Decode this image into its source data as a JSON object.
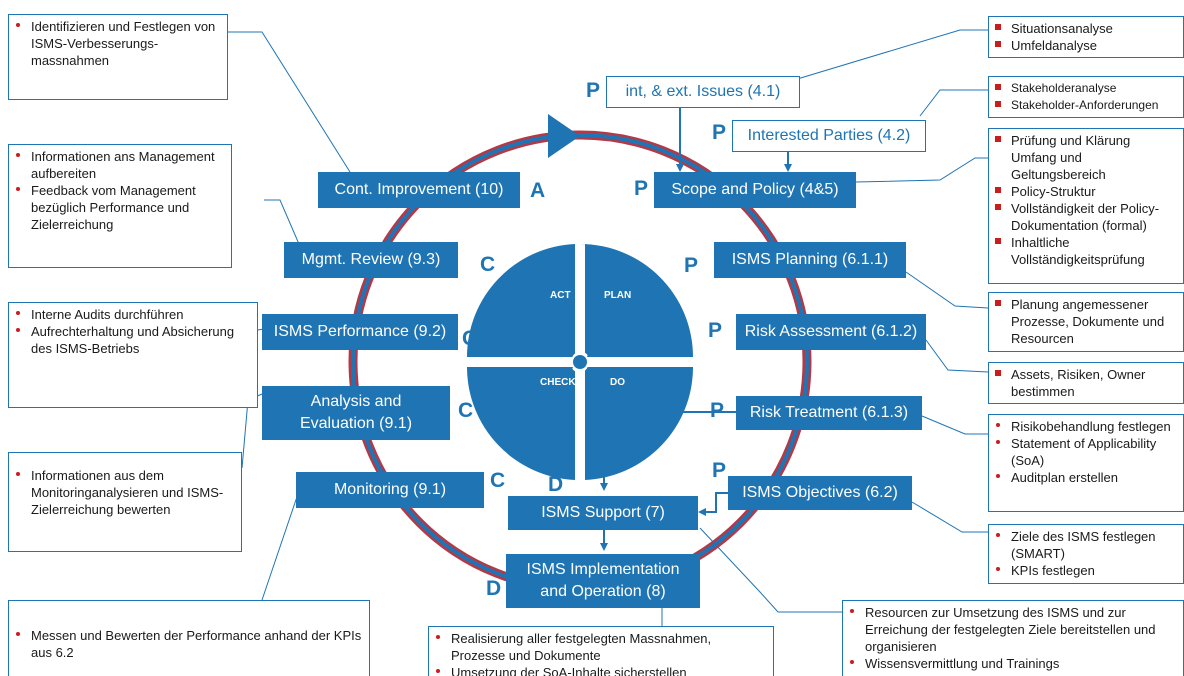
{
  "phase_letters": {
    "plan": "P",
    "do": "D",
    "check": "C",
    "act": "A"
  },
  "blocks": {
    "issues": "int, & ext. Issues (4.1)",
    "parties": "Interested Parties (4.2)",
    "scope": "Scope and Policy (4&5)",
    "planning": "ISMS Planning (6.1.1)",
    "risk_assessment": "Risk Assessment (6.1.2)",
    "risk_treatment": "Risk Treatment (6.1.3)",
    "objectives": "ISMS Objectives (6.2)",
    "support": "ISMS Support (7)",
    "implementation_line1": "ISMS Implementation",
    "implementation_line2": "and Operation (8)",
    "monitoring": "Monitoring (9.1)",
    "analysis_line1": "Analysis and",
    "analysis_line2": "Evaluation (9.1)",
    "performance": "ISMS Performance (9.2)",
    "review": "Mgmt. Review (9.3)",
    "improvement": "Cont. Improvement (10)"
  },
  "pdca": {
    "act": "ACT",
    "plan": "PLAN",
    "check": "CHECK",
    "do": "DO"
  },
  "notes": {
    "improvement": [
      "Identifizieren und Festlegen von ISMS-Verbesserungs-massnahmen"
    ],
    "review": [
      "Informationen ans Management aufbereiten",
      "Feedback vom Management bezüglich Performance und Zielerreichung"
    ],
    "performance": [
      "Interne Audits durchführen",
      "Aufrechterhaltung und Absicherung des ISMS-Betriebs"
    ],
    "analysis": [
      "Informationen aus dem Monitoringanalysieren und ISMS-Zielerreichung bewerten"
    ],
    "monitoring": [
      "Messen und Bewerten der Performance anhand der KPIs aus 6.2"
    ],
    "issues": [
      "Situationsanalyse",
      "Umfeldanalyse"
    ],
    "parties": [
      "Stakeholderanalyse",
      "Stakeholder-Anforderungen"
    ],
    "scope": [
      "Prüfung und Klärung Umfang und Geltungsbereich",
      "Policy-Struktur",
      "Vollständigkeit der Policy-Dokumentation (formal)",
      "Inhaltliche Vollständigkeitsprüfung"
    ],
    "planning": [
      "Planung angemessener Prozesse, Dokumente und Resourcen"
    ],
    "risk_assessment": [
      "Assets, Risiken,  Owner bestimmen"
    ],
    "risk_treatment": [
      "Risikobehandlung festlegen",
      "Statement of Applicability (SoA)",
      "Auditplan erstellen"
    ],
    "objectives": [
      "Ziele des ISMS festlegen (SMART)",
      "KPIs festlegen"
    ],
    "implementation": [
      "Realisierung aller festgelegten Massnahmen, Prozesse und Dokumente",
      "Umsetzung der SoA-Inhalte sicherstellen"
    ],
    "support": [
      "Resourcen zur Umsetzung des ISMS und zur Erreichung der festgelegten Ziele bereitstellen und organisieren",
      "Wissensvermittlung und Trainings"
    ]
  },
  "colors": {
    "blue": "#1f74b4",
    "ring_red": "#b23a48",
    "bullet_red": "#c81e1e"
  }
}
